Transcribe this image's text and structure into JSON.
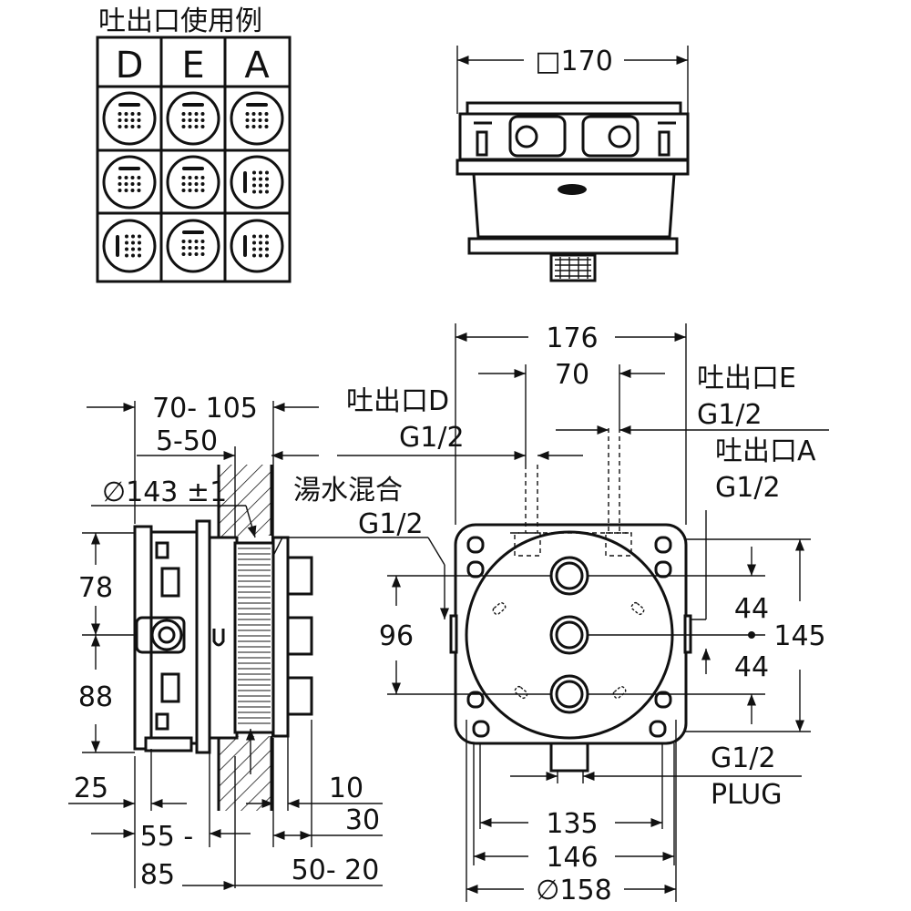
{
  "legend": {
    "title": "吐出口使用例",
    "columns": [
      "D",
      "E",
      "A"
    ],
    "cells": [
      [
        "shower-icon",
        "shower-icon",
        "shower-icon"
      ],
      [
        "shower-icon",
        "shower-icon",
        "body-jet-icon"
      ],
      [
        "body-jet-icon",
        "shower-icon",
        "body-jet-icon"
      ]
    ]
  },
  "top_view": {
    "width_label": "□170"
  },
  "side_view": {
    "dim_70_105": "70- 105",
    "dim_5_50": "5-50",
    "dim_diameter": "∅143 ±1",
    "dim_78": "78",
    "dim_88": "88",
    "dim_25": "25",
    "dim_55": "55 -",
    "dim_85": "85",
    "dim_10": "10",
    "dim_30": "30",
    "dim_50_20": "50- 20",
    "mix_label": "湯水混合",
    "mix_thread": "G1/2"
  },
  "front_view": {
    "dim_176": "176",
    "dim_70": "70",
    "outlet_d_label": "吐出口D",
    "outlet_d_thread": "G1/2",
    "outlet_e_label": "吐出口E",
    "outlet_e_thread": "G1/2",
    "outlet_a_label": "吐出口A",
    "outlet_a_thread": "G1/2",
    "dim_96": "96",
    "dim_44_top": "44",
    "dim_44_bottom": "44",
    "dim_145": "145",
    "plug_thread": "G1/2",
    "plug_label": "PLUG",
    "dim_135": "135",
    "dim_146": "146",
    "dim_158": "∅158"
  }
}
